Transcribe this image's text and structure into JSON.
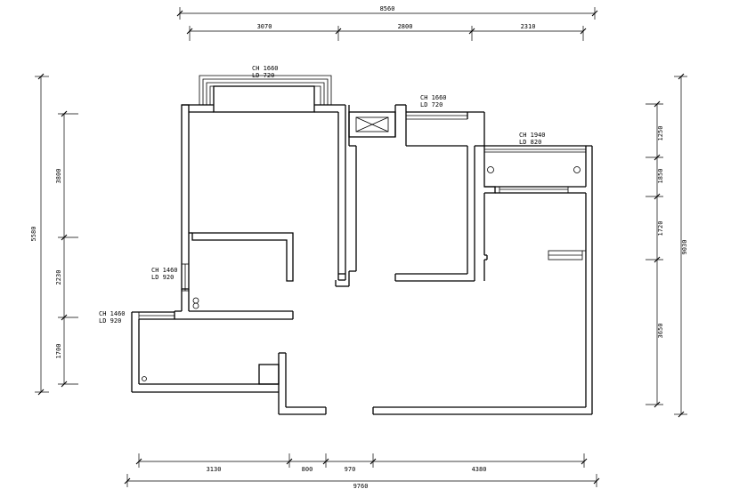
{
  "dimensions": {
    "top_total": "8560",
    "top_segments": [
      "3070",
      "2800",
      "2310"
    ],
    "bottom_segments": [
      "3130",
      "800",
      "970",
      "4380"
    ],
    "bottom_total": "9760",
    "left_total": "5580",
    "left_segments": [
      "3800",
      "2230",
      "1700"
    ],
    "right_total": "9030",
    "right_segments": [
      "1250",
      "1850",
      "1720",
      "3650"
    ]
  },
  "windows": [
    {
      "ch": "CH 1660",
      "ld": "LD 720"
    },
    {
      "ch": "CH 1660",
      "ld": "LD 720"
    },
    {
      "ch": "CH 1940",
      "ld": "LD 820"
    },
    {
      "ch": "CH 1460",
      "ld": "LD 920"
    },
    {
      "ch": "CH 1460",
      "ld": "LD 920"
    }
  ]
}
